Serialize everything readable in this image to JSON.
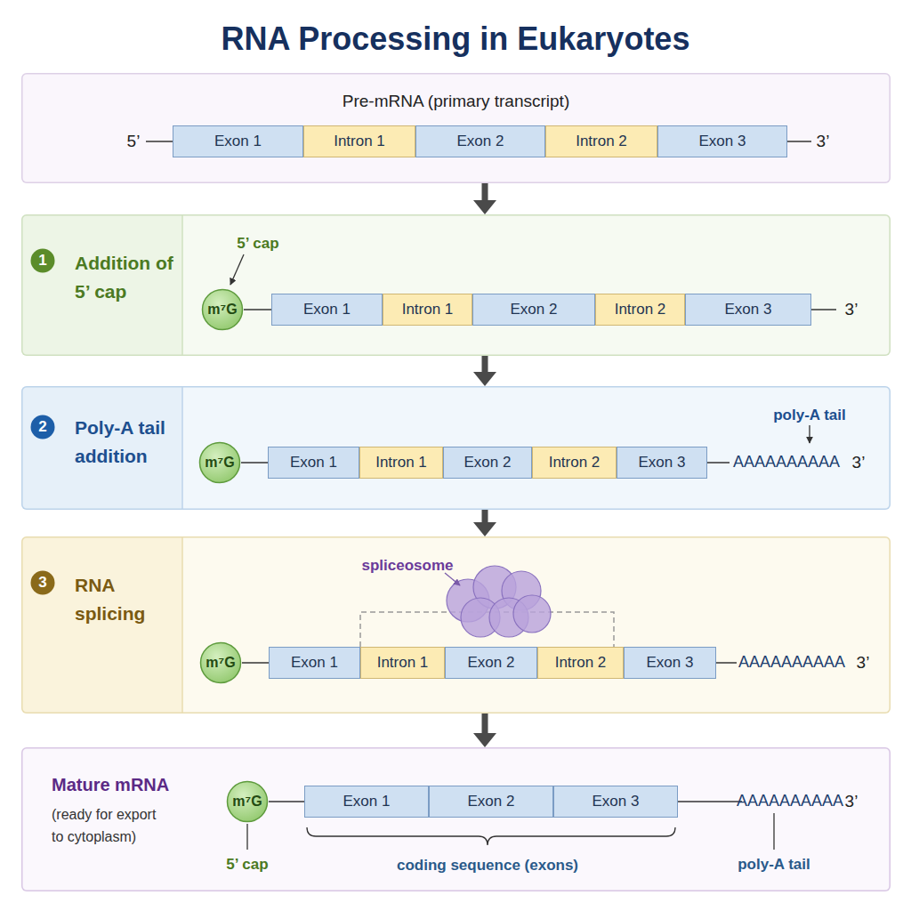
{
  "diagram": {
    "title": "RNA Processing in Eukaryotes",
    "nodes": [
      {
        "text": [
          "Pre-mRNA (primary transcript)"
        ]
      },
      {
        "text": [
          "Exon 1"
        ],
        "in": 0
      },
      {
        "text": [
          "Intron 1"
        ],
        "in": 0
      },
      {
        "text": [
          "Exon 2"
        ],
        "in": 0
      },
      {
        "text": [
          "Intron 2"
        ],
        "in": 0
      },
      {
        "text": [
          "Exon 3"
        ],
        "in": 0
      },
      {
        "text": [
          "Addition of 5’ cap"
        ]
      },
      {
        "text": [
          "1"
        ],
        "in": 6
      },
      {
        "text": [
          "m⁷G"
        ],
        "in": 6
      },
      {
        "text": [
          "Exon 1"
        ],
        "in": 6
      },
      {
        "text": [
          "Intron 1"
        ],
        "in": 6
      },
      {
        "text": [
          "Exon 2"
        ],
        "in": 6
      },
      {
        "text": [
          "Intron 2"
        ],
        "in": 6
      },
      {
        "text": [
          "Exon 3"
        ],
        "in": 6
      },
      {
        "text": [
          "Poly-A tail addition"
        ]
      },
      {
        "text": [
          "2"
        ],
        "in": 14
      },
      {
        "text": [
          "m⁷G"
        ],
        "in": 14
      },
      {
        "text": [
          "Exon 1"
        ],
        "in": 14
      },
      {
        "text": [
          "Intron 1"
        ],
        "in": 14
      },
      {
        "text": [
          "Exon 2"
        ],
        "in": 14
      },
      {
        "text": [
          "Intron 2"
        ],
        "in": 14
      },
      {
        "text": [
          "Exon 3"
        ],
        "in": 14
      },
      {
        "text": [
          "RNA splicing"
        ]
      },
      {
        "text": [
          "3"
        ],
        "in": 22
      },
      {
        "text": [
          "m⁷G"
        ],
        "in": 22
      },
      {
        "text": [
          "Exon 1"
        ],
        "in": 22
      },
      {
        "text": [
          "Intron 1"
        ],
        "in": 22
      },
      {
        "text": [
          "Exon 2"
        ],
        "in": 22
      },
      {
        "text": [
          "Intron 2"
        ],
        "in": 22
      },
      {
        "text": [
          "Exon 3"
        ],
        "in": 22
      },
      {
        "text": [
          "Mature mRNA",
          "(ready for export to cytoplasm)"
        ]
      },
      {
        "text": [
          "m⁷G"
        ],
        "in": 30
      },
      {
        "text": [
          "Exon 1"
        ],
        "in": 30
      },
      {
        "text": [
          "Exon 2"
        ],
        "in": 30
      },
      {
        "text": [
          "Exon 3"
        ],
        "in": 30
      }
    ],
    "edges": [
      {
        "from": 0,
        "to": 6,
        "arrow": "to"
      },
      {
        "from": 6,
        "to": 14,
        "arrow": "to"
      },
      {
        "from": 14,
        "to": 22,
        "arrow": "to"
      },
      {
        "from": 22,
        "to": 30,
        "arrow": "to"
      },
      {
        "from": 8,
        "to": 9,
        "arrow": "none"
      },
      {
        "from": 16,
        "to": 17,
        "arrow": "none"
      },
      {
        "from": 24,
        "to": 25,
        "arrow": "none"
      },
      {
        "from": 31,
        "to": 32,
        "arrow": "none"
      }
    ],
    "labels": [
      "5’",
      "3’",
      "5’ cap",
      "3’",
      "poly-A tail",
      "AAAAAAAAAA",
      "3’",
      "spliceosome",
      "AAAAAAAAAA",
      "3’",
      "5’ cap",
      "coding sequence (exons)",
      "AAAAAAAAAA",
      "3’",
      "poly-A tail"
    ]
  }
}
